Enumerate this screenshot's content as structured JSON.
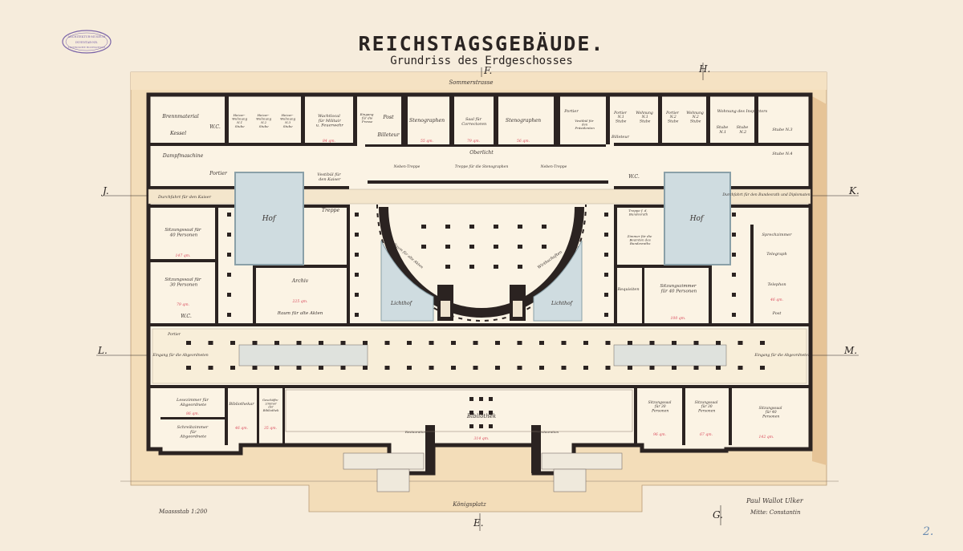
{
  "header": {
    "title": "REICHSTAGSGEBÄUDE.",
    "subtitle": "Grundriss des Erdgeschosses"
  },
  "stamp": {
    "lines": [
      "ARCHITEKTUR-MUSEUM",
      "INVENTAR-NR.",
      "TECHNISCHE HOCHSCHULE"
    ]
  },
  "streets": {
    "top": "Sommerstrasse",
    "bottom": "Königsplatz"
  },
  "section_marks": {
    "J": "J.",
    "K": "K.",
    "L": "L.",
    "M": "M.",
    "F": "F.",
    "H": "H.",
    "E": "E.",
    "G": "G."
  },
  "scale": "Maassstab 1:200",
  "signature": [
    "Paul Wallot Ulker",
    "Mitte: Constantin"
  ],
  "sheet_number": "2.",
  "rooms": {
    "brennmaterial": "Brennmaterial",
    "kessel": "Kessel",
    "dampfmaschine": "Dampfmaschine",
    "wc_left": "W.C.",
    "heizer1": "Heizer-Wohnung N.1 Stube",
    "heizer2": "Heizer-Wohnung N.2 Stube",
    "heizer3": "Heizer-Wohnung N.3 Stube",
    "wachtlocal": "Wachtlocal für Militair u. Feuerwehr",
    "eingang_presse": "Eingang für die Presse",
    "post_top": "Post",
    "billeteur_top": "Billeteur",
    "stenographen1": "Stenographen",
    "saal_correctoren": "Saal für Correctoren",
    "stenographen2": "Stenographen",
    "oberlicht": "Oberlicht",
    "nebentreppe1": "Neben-Treppe",
    "treppe_steno": "Treppe für die Stenographen",
    "nebentreppe2": "Neben-Treppe",
    "portier_left": "Portier",
    "vestibuel_kaiser": "Vestibül für den Kaiser",
    "durchfahrt_kaiser": "Durchfahrt für den Kaiser",
    "hof_left": "Hof",
    "treppe_left": "Treppe",
    "sitzungssaal_40": "Sitzungssaal für 40 Personen",
    "sitzungssaal_30": "Sitzungssaal für 30 Personen",
    "archiv": "Archiv",
    "raum_alte_akten": "Raum für alte Akten",
    "raum_akten_arc": "Raum für alte Akten",
    "wirtschaften": "Wirthschaften",
    "lichthof_left": "Lichthof",
    "lichthof_right": "Lichthof",
    "portier_top_right": "Portier",
    "vestibuel_praesident": "Vestibül für den Präsidenten",
    "portier_n1": "Portier N.1 Stube",
    "wohnung_n1": "Wohnung N.1 Stube",
    "portier_n2": "Portier N.2 Stube",
    "wohnung_n2": "Wohnung N.2 Stube",
    "billeteur_right": "Billeteur",
    "wohnung_inspector": "Wohnung des Inspectors",
    "stube_n1": "Stube N.1",
    "stube_n2": "Stube N.2",
    "stube_n3": "Stube N.3",
    "stube_n4": "Stube N.4",
    "wc_right": "W.C.",
    "durchfahrt_bundesrath": "Durchfahrt für den Bundesrath und Diplomaten",
    "hof_right": "Hof",
    "treppe_bundesrath": "Treppe f. d. Bundesrath",
    "zimmer_bundesrath": "Zimmer für die Beamten des Bundesraths",
    "sprechzimmer": "Sprechzimmer",
    "telegraph": "Telegraph",
    "telephon": "Telephon",
    "post_right": "Post",
    "requisiten": "Requisiten",
    "sitzungszimmer_40": "Sitzungszimmer für 40 Personen",
    "eingang_abg_left": "Eingang für die Abgeordneten",
    "eingang_abg_right": "Eingang für die Abgeordneten",
    "portier_lower_left": "Portier",
    "lesezimmer": "Lesezimmer für Abgeordnete",
    "schreibzimmer": "Schreibzimmer für Abgeordnete",
    "bibliothekar": "Bibliothekar",
    "geschaeftszimmer": "Geschäfts-zimmer der Bibliothek",
    "bibliothek": "Bibliothek",
    "sitzungssaal_r1": "Sitzungssaal für 30 Personen",
    "sitzungssaal_r2": "Sitzungssaal für 30 Personen",
    "sitzungssaal_r3": "Sitzungssaal für 40 Personen",
    "restauration_left": "Restauration",
    "restauration_right": "Restauration"
  },
  "areas": {
    "sitzungssaal_40": "147 qm.",
    "sitzungssaal_30": "79 qm.",
    "archiv": "225 qm.",
    "stenographen1": "55 qm.",
    "saal_correctoren": "79 qm.",
    "stenographen2": "56 qm.",
    "wachtlocal": "84 qm.",
    "lesezimmer": "86 qm.",
    "bibliothekar": "46 qm.",
    "geschaeftszimmer": "35 qm.",
    "bibliothek": "314 qm.",
    "sitzungssaal_r1": "96 qm.",
    "sitzungssaal_r2": "67 qm.",
    "sitzungssaal_r3": "142 qm.",
    "sitzungszimmer_40": "100 qm.",
    "telephon": "46 qm."
  },
  "colors": {
    "paper": "#f6ecdc",
    "site": "#f3ddb9",
    "wall": "#2b2321",
    "court": "#cfdce0",
    "floor": "#fbf3e4"
  }
}
